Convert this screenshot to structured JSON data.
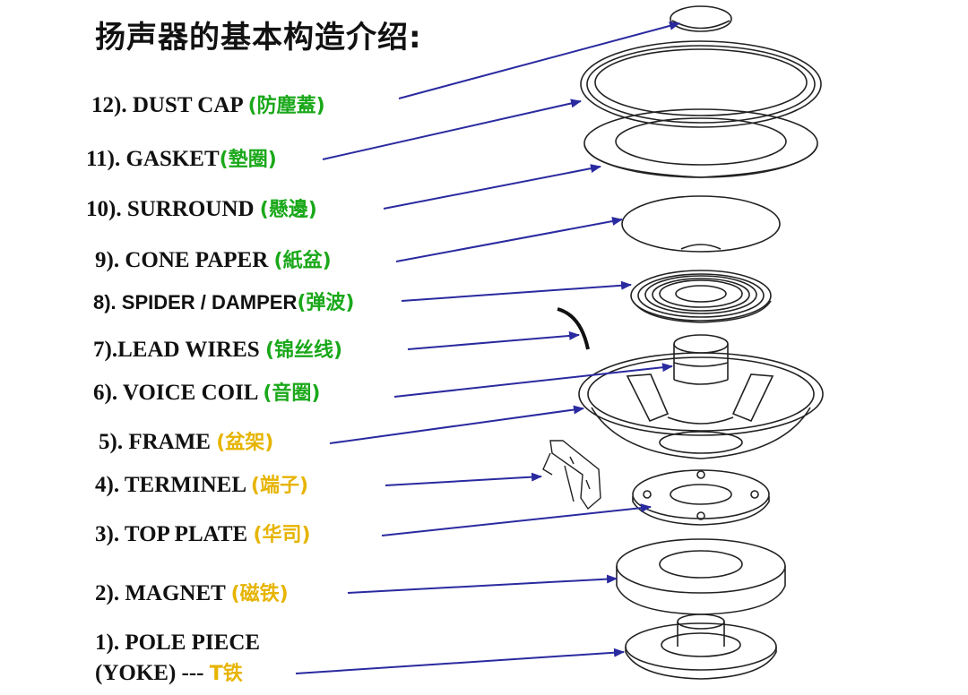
{
  "title": "扬声器的基本构造介绍:",
  "colors": {
    "arrow": "#2a2aa0",
    "green": "#1aa81a",
    "yellow": "#e6b400",
    "line": "#222222"
  },
  "parts": [
    {
      "key": "dust-cap",
      "en": "12).  DUST CAP ",
      "zh": "(防塵蓋)",
      "color": "green"
    },
    {
      "key": "gasket",
      "en": "11). GASKET",
      "zh": "(墊圈)",
      "color": "green"
    },
    {
      "key": "surround",
      "en": "10).  SURROUND ",
      "zh": "(懸邊)",
      "color": "green"
    },
    {
      "key": "cone-paper",
      "en": "9).  CONE PAPER ",
      "zh": "(紙盆)",
      "color": "green"
    },
    {
      "key": "spider",
      "en": "8). SPIDER / DAMPER",
      "zh": "(弹波)",
      "color": "green"
    },
    {
      "key": "lead-wires",
      "en": "7).LEAD WIRES ",
      "zh": "(锦丝线)",
      "color": "green"
    },
    {
      "key": "voice-coil",
      "en": "6).  VOICE COIL ",
      "zh": "(音圈)",
      "color": "green"
    },
    {
      "key": "frame",
      "en": "5). FRAME ",
      "zh": "(盆架)",
      "color": "yellow"
    },
    {
      "key": "terminel",
      "en": "4).  TERMINEL ",
      "zh": "(端子)",
      "color": "yellow"
    },
    {
      "key": "top-plate",
      "en": "3). TOP PLATE ",
      "zh": "(华司)",
      "color": "yellow"
    },
    {
      "key": "magnet",
      "en": "2). MAGNET ",
      "zh": "(磁铁)",
      "color": "yellow"
    },
    {
      "key": "pole-piece",
      "en": "1). POLE PIECE",
      "en2": "(YOKE)  --- ",
      "zh": "T铁",
      "color": "yellow"
    }
  ]
}
